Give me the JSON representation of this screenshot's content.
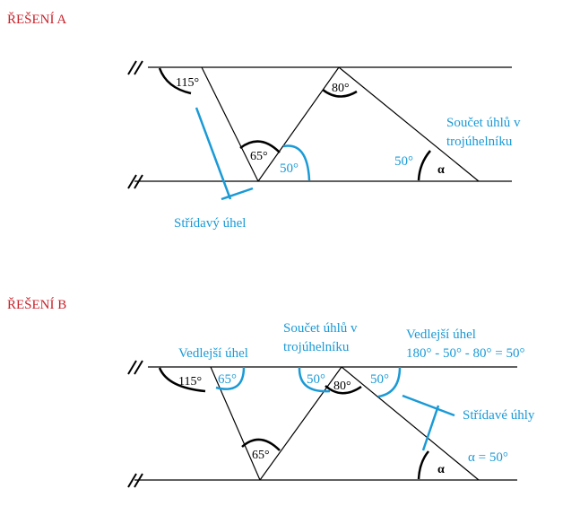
{
  "colors": {
    "accent_blue": "#1a9ad6",
    "heading_red": "#c8212a",
    "line_black": "#000000"
  },
  "solution_a": {
    "heading": "ŘEŠENÍ A",
    "angle_top_left": "115°",
    "angle_top_mid": "80°",
    "angle_bottom_left": "65°",
    "angle_bottom_blue": "50°",
    "angle_right_blue": "50°",
    "angle_alpha": "α",
    "note_triangle_line1": "Součet úhlů v",
    "note_triangle_line2": "trojúhelníku",
    "note_alternate": "Střídavý úhel"
  },
  "solution_b": {
    "heading": "ŘEŠENÍ B",
    "angle_top_left": "115°",
    "angle_top_left_blue": "65°",
    "angle_top_mid_left_blue": "50°",
    "angle_top_mid": "80°",
    "angle_top_mid_right_blue": "50°",
    "angle_bottom_left": "65°",
    "angle_alpha": "α",
    "note_supplementary_left": "Vedlejší úhel",
    "note_triangle_line1": "Součet úhlů v",
    "note_triangle_line2": "trojúhelníku",
    "note_supplementary_right_line1": "Vedlejší úhel",
    "note_supplementary_right_line2": "180° - 50° - 80° = 50°",
    "note_alternate": "Střídavé úhly",
    "result": "α =  50°"
  }
}
